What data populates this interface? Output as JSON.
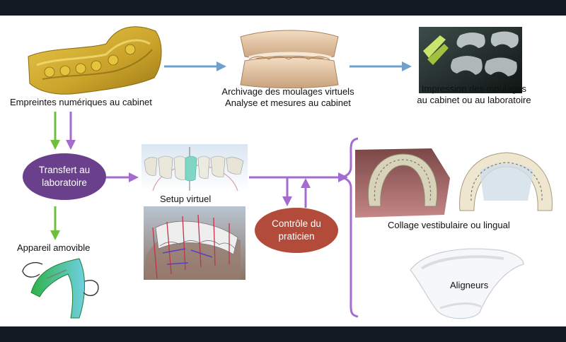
{
  "colors": {
    "arrow_blue": "#6f9fcb",
    "arrow_green": "#6fbf3f",
    "arrow_purple": "#a46bd1",
    "pill_purple": "#6a3f8c",
    "pill_red": "#b24b3a"
  },
  "nodes": {
    "digital_impressions": {
      "label": "Empreintes numériques au cabinet"
    },
    "archiving": {
      "line1": "Archivage des moulages virtuels",
      "line2": "Analyse et mesures au cabinet"
    },
    "printing": {
      "line1": "Impression des moulages",
      "line2": "au cabinet ou au laboratoire"
    },
    "transfer": {
      "line1": "Transfert au",
      "line2": "laboratoire"
    },
    "setup": {
      "label": "Setup virtuel"
    },
    "control": {
      "line1": "Contrôle du",
      "line2": "praticien"
    },
    "removable": {
      "label": "Appareil amovible"
    },
    "bonding": {
      "label": "Collage vestibulaire ou lingual"
    },
    "aligners": {
      "label": "Aligneurs"
    }
  }
}
